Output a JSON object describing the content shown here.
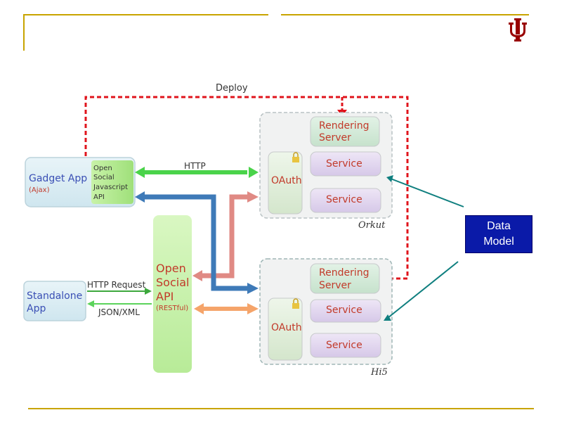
{
  "deploy_label": "Deploy",
  "gadget_app": {
    "title": "Gadget App",
    "subtitle": "(Ajax)",
    "api_label_lines": [
      "Open",
      "Social",
      "Javascript",
      "API"
    ]
  },
  "standalone_app": {
    "title_lines": [
      "Standalone",
      "App"
    ]
  },
  "open_social_api": {
    "title_lines": [
      "Open",
      "Social",
      "API"
    ],
    "subtitle": "(RESTful)"
  },
  "orkut": {
    "rendering_server_lines": [
      "Rendering",
      "Server"
    ],
    "oauth": "OAuth",
    "service_1": "Service",
    "service_2": "Service",
    "name": "Orkut"
  },
  "hi5": {
    "rendering_server_lines": [
      "Rendering",
      "Server"
    ],
    "oauth": "OAuth",
    "service_1": "Service",
    "service_2": "Service",
    "name": "Hi5"
  },
  "arrows": {
    "http": "HTTP",
    "http_request": "HTTP Request",
    "json_xml": "JSON/XML"
  },
  "callout": {
    "line1": "Data",
    "line2": "Model"
  },
  "colors": {
    "frame": "#c8a400",
    "deploy": "#e0141c",
    "http": "#4ad34a",
    "blue_arrow": "#3e7ab8",
    "pink_arrow": "#e08a84",
    "orange_arrow": "#f5a46a",
    "teal_pointer": "#0f7f7f",
    "callout_bg": "#0a1aa8",
    "logo": "#990000"
  }
}
